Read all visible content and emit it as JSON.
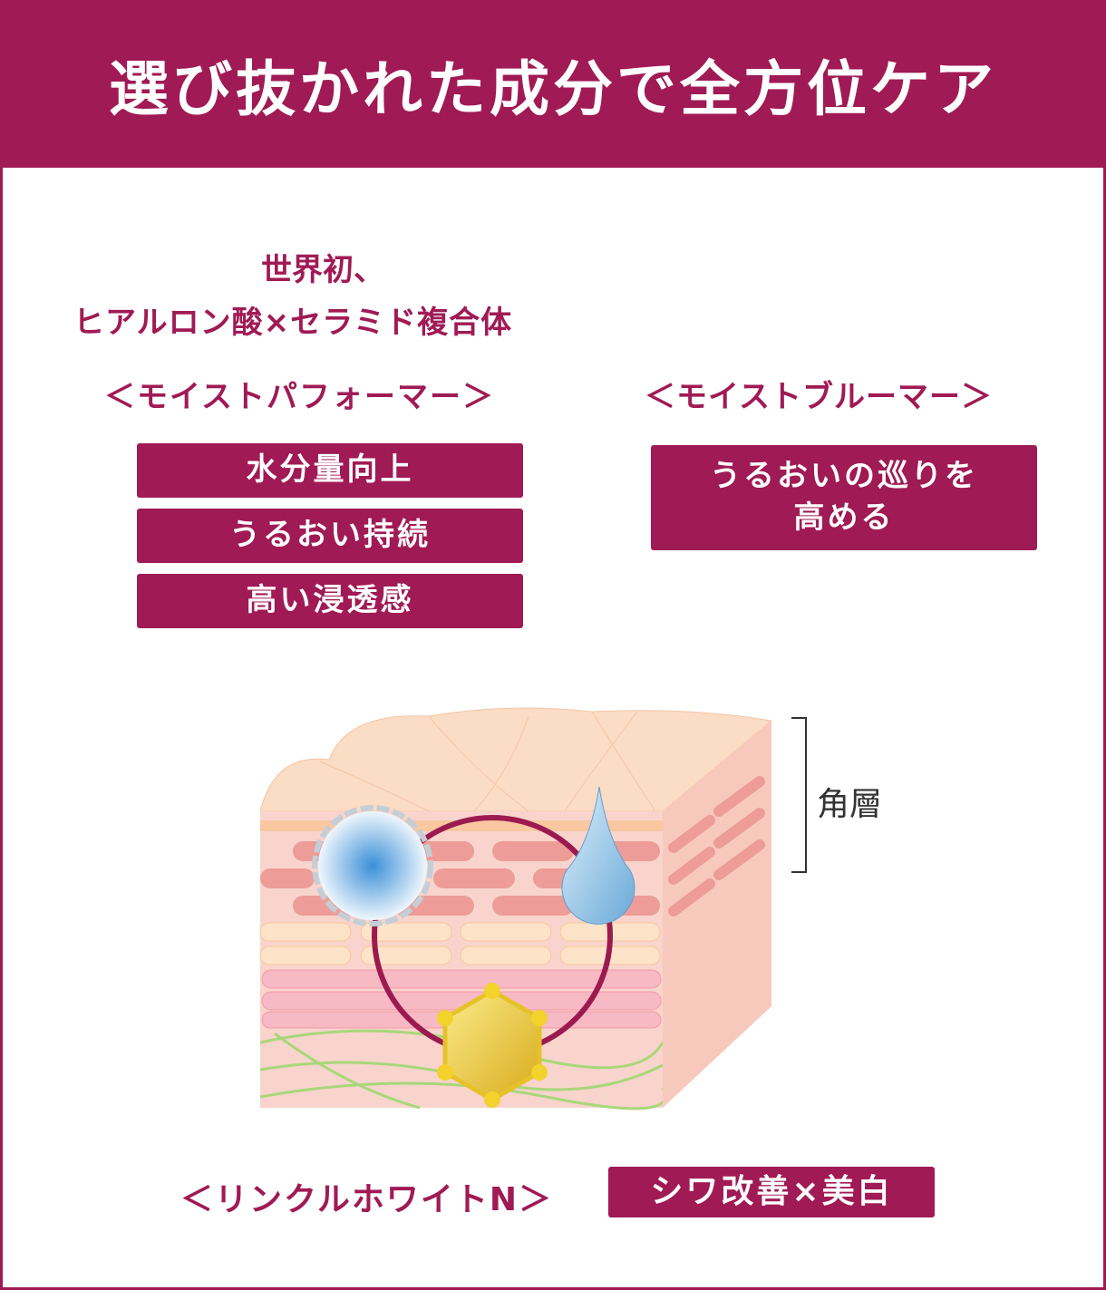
{
  "header": {
    "title": "選び抜かれた成分で全方位ケア"
  },
  "left": {
    "line1": "世界初、",
    "line2": "ヒアルロン酸×セラミド複合体",
    "product": "＜モイストパフォーマー＞",
    "benefits": [
      "水分量向上",
      "うるおい持続",
      "高い浸透感"
    ]
  },
  "right": {
    "product": "＜モイストブルーマー＞",
    "benefit_line1": "うるおいの巡りを",
    "benefit_line2": "高める"
  },
  "diagram": {
    "layer_label": "角層"
  },
  "bottom": {
    "product": "＜リンクルホワイトN＞",
    "benefit": "シワ改善×美白"
  },
  "colors": {
    "brand": "#a01a55"
  }
}
